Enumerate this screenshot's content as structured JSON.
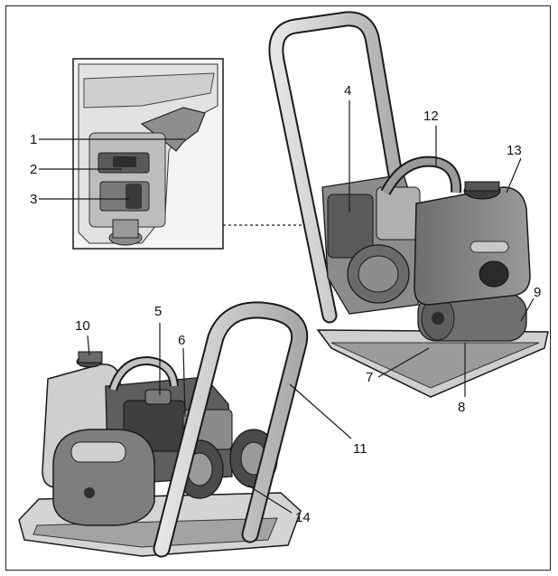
{
  "callouts": [
    {
      "id": "1",
      "text": "1"
    },
    {
      "id": "2",
      "text": "2"
    },
    {
      "id": "3",
      "text": "3"
    },
    {
      "id": "4",
      "text": "4"
    },
    {
      "id": "5",
      "text": "5"
    },
    {
      "id": "6",
      "text": "6"
    },
    {
      "id": "7",
      "text": "7"
    },
    {
      "id": "8",
      "text": "8"
    },
    {
      "id": "9",
      "text": "9"
    },
    {
      "id": "10",
      "text": "10"
    },
    {
      "id": "11",
      "text": "11"
    },
    {
      "id": "12",
      "text": "12"
    },
    {
      "id": "13",
      "text": "13"
    },
    {
      "id": "14",
      "text": "14"
    }
  ],
  "colors": {
    "outline": "#1a1a1a",
    "body_gray": "#8a8a8a",
    "dark_gray": "#4a4a4a",
    "light_gray": "#d2d2d2",
    "handle_gray": "#bdbdbd"
  },
  "icons": [
    "plate-compactor-rear-view",
    "plate-compactor-front-view",
    "throttle-detail-inset"
  ]
}
